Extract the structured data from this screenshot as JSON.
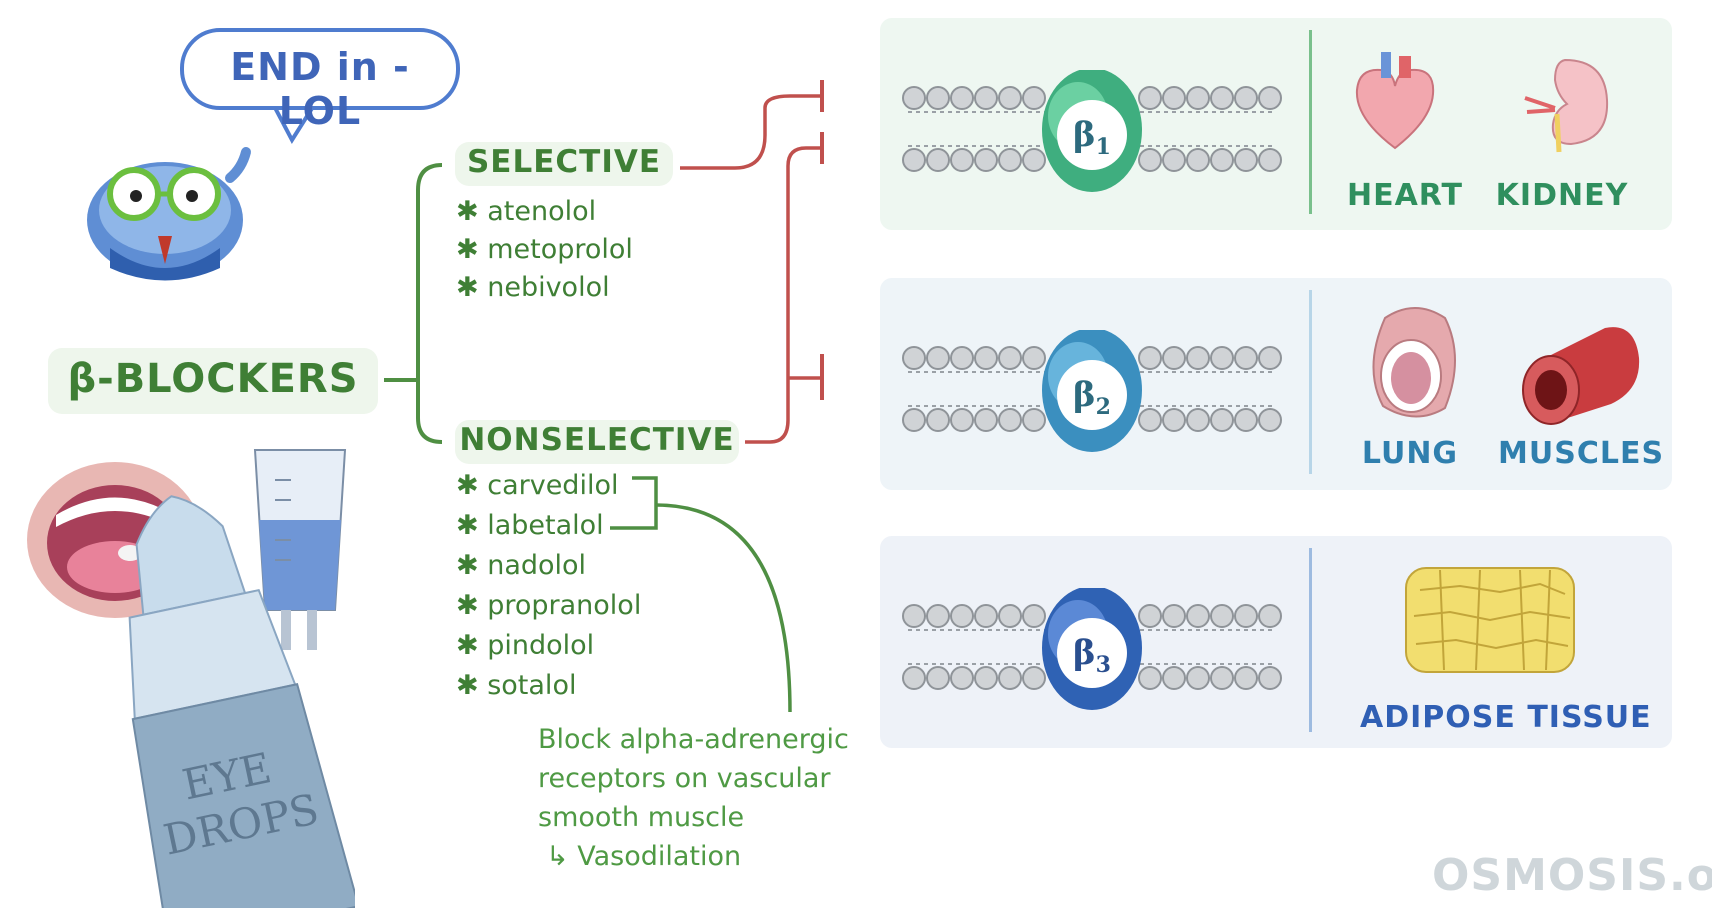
{
  "speech_bubble": "END in -LOL",
  "main_title": "β-BLOCKERS",
  "selective": {
    "label": "SELECTIVE",
    "drugs": [
      "atenolol",
      "metoprolol",
      "nebivolol"
    ]
  },
  "nonselective": {
    "label": "NONSELECTIVE",
    "drugs": [
      "carvedilol",
      "labetalol",
      "nadolol",
      "propranolol",
      "pindolol",
      "sotalol"
    ]
  },
  "note": {
    "line1": "Block alpha-adrenergic",
    "line2": "receptors on vascular",
    "line3": "smooth muscle",
    "line4": "↳ Vasodilation"
  },
  "receptors": [
    {
      "symbol": "β",
      "subscript": "1",
      "organs": [
        "HEART",
        "KIDNEY"
      ]
    },
    {
      "symbol": "β",
      "subscript": "2",
      "organs": [
        "LUNG",
        "MUSCLES"
      ]
    },
    {
      "symbol": "β",
      "subscript": "3",
      "organs": [
        "ADIPOSE TISSUE"
      ]
    }
  ],
  "eye_drops_label": {
    "line1": "EYE",
    "line2": "DROPS"
  },
  "logo": "OSMOSIS.org",
  "colors": {
    "green": "#3f7f35",
    "red": "#c0504d",
    "blue": "#3f65b8",
    "panel1": "#eef7f1",
    "panel2": "#eef4f8",
    "panel3": "#eef2f8"
  }
}
